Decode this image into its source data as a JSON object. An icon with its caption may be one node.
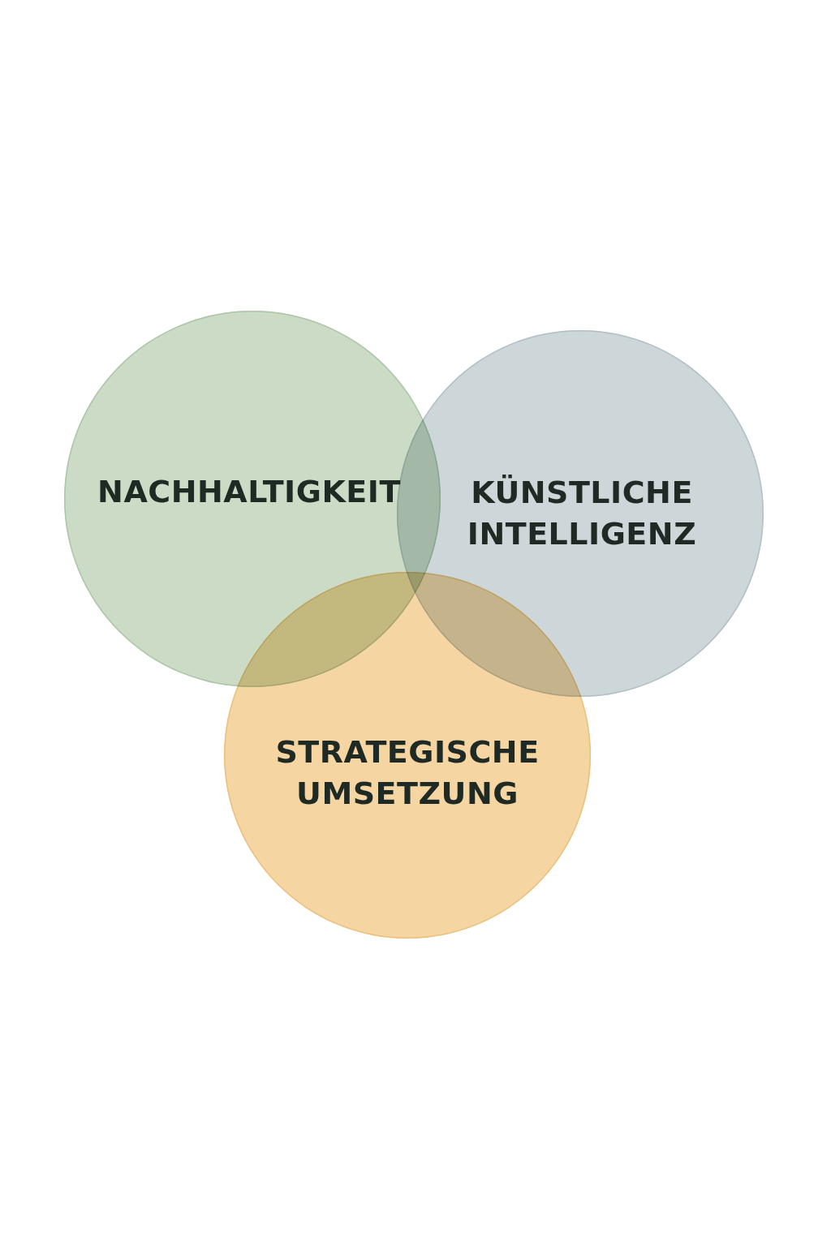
{
  "diagram": {
    "nodes": [
      {
        "text": [
          "NACHHALTIGKEIT"
        ]
      },
      {
        "text": [
          "KÜNSTLICHE INTELLIGENZ"
        ]
      },
      {
        "text": [
          "STRATEGISCHE UMSETZUNG"
        ]
      }
    ]
  }
}
